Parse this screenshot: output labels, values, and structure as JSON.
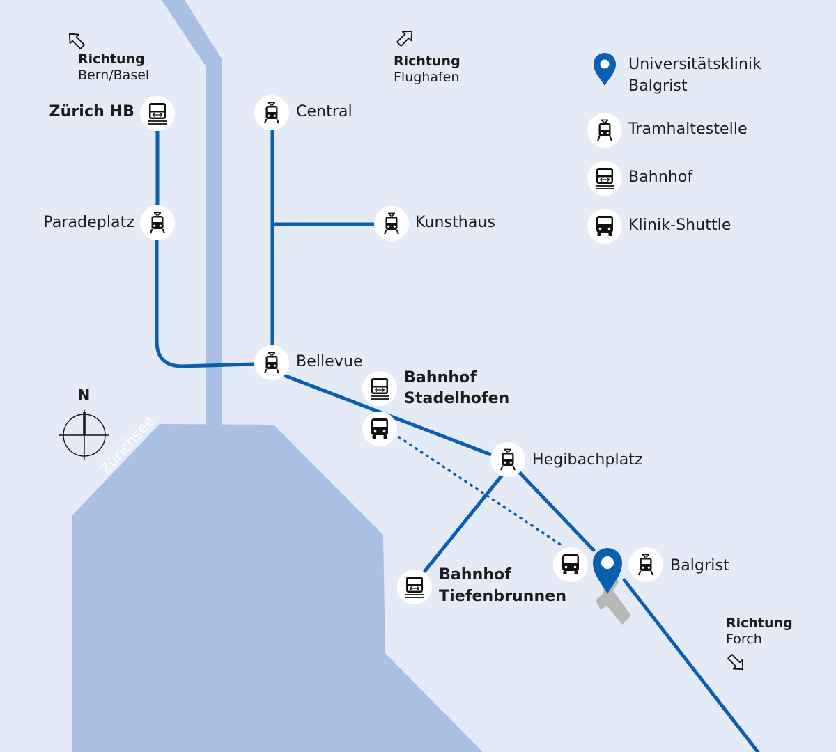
{
  "colors": {
    "background": "#e4ebf7",
    "water": "#aabfe4",
    "line": "#0b5fb0",
    "icon": "#111111",
    "marker": "#0b5fb0",
    "building": "#b8b8b8"
  },
  "directions": {
    "bern_basel": {
      "label": "Richtung",
      "destination": "Bern/Basel"
    },
    "flughafen": {
      "label": "Richtung",
      "destination": "Flughafen"
    },
    "forch": {
      "label": "Richtung",
      "destination": "Forch"
    }
  },
  "north": "N",
  "lake": "Zürichsee",
  "stations": {
    "zuerich_hb": {
      "name": "Zürich HB",
      "icon": "train-station-icon"
    },
    "paradeplatz": {
      "name": "Paradeplatz",
      "icon": "tram-icon"
    },
    "central": {
      "name": "Central",
      "icon": "tram-icon"
    },
    "kunsthaus": {
      "name": "Kunsthaus",
      "icon": "tram-icon"
    },
    "bellevue": {
      "name": "Bellevue",
      "icon": "tram-icon"
    },
    "stadelhofen": {
      "name_line1": "Bahnhof",
      "name_line2": "Stadelhofen",
      "icon": "train-station-icon"
    },
    "hegibachplatz": {
      "name": "Hegibachplatz",
      "icon": "tram-icon"
    },
    "tiefenbrunnen": {
      "name_line1": "Bahnhof",
      "name_line2": "Tiefenbrunnen",
      "icon": "train-station-icon"
    },
    "balgrist": {
      "name": "Balgrist",
      "icon": "tram-icon"
    }
  },
  "legend": {
    "clinic": {
      "line1": "Universitätsklinik",
      "line2": "Balgrist",
      "icon": "location-pin-icon"
    },
    "tram": {
      "label": "Tramhaltestelle",
      "icon": "tram-icon"
    },
    "station": {
      "label": "Bahnhof",
      "icon": "train-station-icon"
    },
    "shuttle": {
      "label": "Klinik-Shuttle",
      "icon": "bus-icon"
    }
  }
}
